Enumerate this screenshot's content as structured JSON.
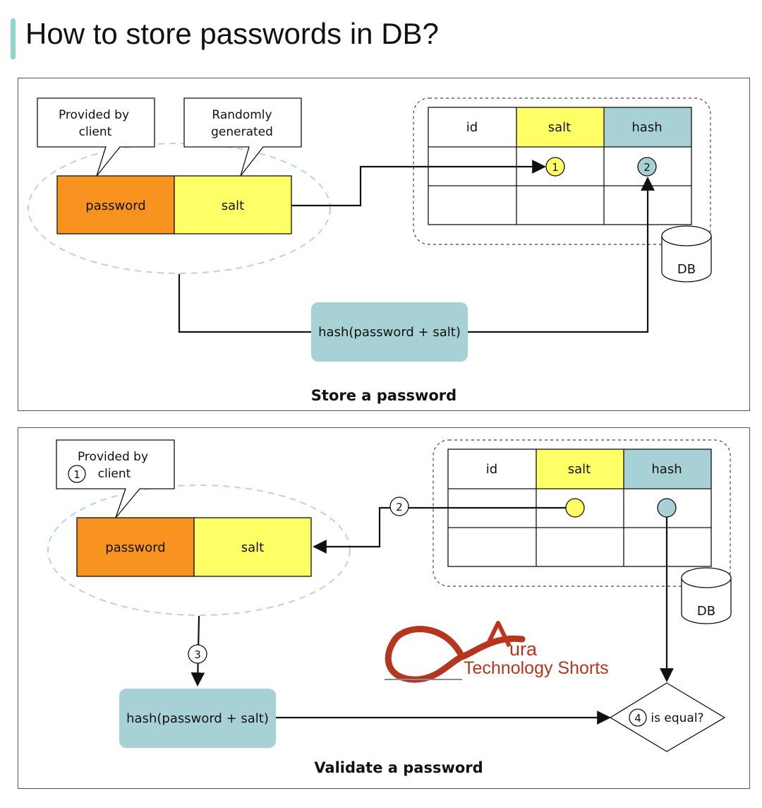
{
  "header": {
    "title": "How to store passwords in DB?"
  },
  "colors": {
    "password": "#f7931e",
    "salt": "#ffff66",
    "hash": "#a8d1d6",
    "hash_box": "#a8d1d6",
    "accent_bar": "#8fd6c8"
  },
  "store": {
    "caption": "Store a password",
    "callout_client": {
      "line1": "Provided by",
      "line2": "client"
    },
    "callout_random": {
      "line1": "Randomly",
      "line2": "generated"
    },
    "password_label": "password",
    "salt_label": "salt",
    "table": {
      "col_id": "id",
      "col_salt": "salt",
      "col_hash": "hash"
    },
    "step1": "1",
    "step2": "2",
    "db_label": "DB",
    "hash_box": "hash(password + salt)"
  },
  "validate": {
    "caption": "Validate a password",
    "callout_client": {
      "line1": "Provided by",
      "line2": "client",
      "step": "1"
    },
    "password_label": "password",
    "salt_label": "salt",
    "table": {
      "col_id": "id",
      "col_salt": "salt",
      "col_hash": "hash"
    },
    "step2": "2",
    "step3": "3",
    "step4": "4",
    "db_label": "DB",
    "hash_box": "hash(password + salt)",
    "decision": "is equal?"
  },
  "watermark": {
    "line1": "ura",
    "line2": "Technology Shorts"
  }
}
